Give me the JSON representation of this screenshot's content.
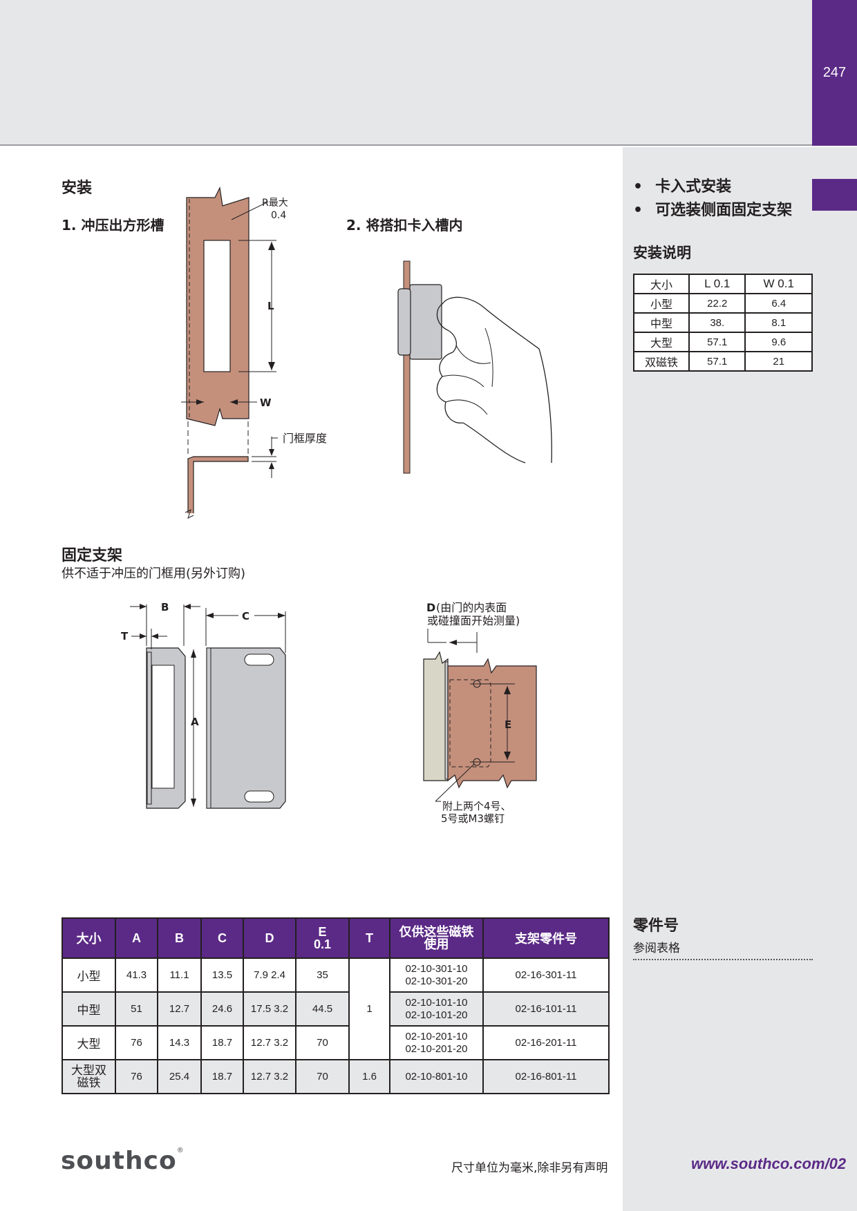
{
  "page_number": "247",
  "install": {
    "heading": "安装",
    "step1": "1. 冲压出方形槽",
    "step2": "2. 将搭扣卡入槽内",
    "fig": {
      "r_label": "R最大",
      "r_value": "0.4",
      "l_label": "L",
      "w_label": "W",
      "frame_thickness": "门框厚度"
    }
  },
  "bracket": {
    "heading": "固定支架",
    "subheading": "供不适于冲压的门框用(另外订购)",
    "fig": {
      "b": "B",
      "c": "C",
      "t": "T",
      "a": "A",
      "d": "D",
      "d_note_1": "(由门的内表面",
      "d_note_2": "或碰撞面开始测量)",
      "e": "E",
      "screw_note_1": "附上两个4号、",
      "screw_note_2": "5号或M3螺钉"
    }
  },
  "sidebar": {
    "features": [
      "卡入式安装",
      "可选装侧面固定支架"
    ],
    "install_title": "安装说明",
    "dims_table": {
      "headers": [
        "大小",
        "L   0.1",
        "W   0.1"
      ],
      "rows": [
        [
          "小型",
          "22.2",
          "6.4"
        ],
        [
          "中型",
          "38.",
          "8.1"
        ],
        [
          "大型",
          "57.1",
          "9.6"
        ],
        [
          "双磁铁",
          "57.1",
          "21"
        ]
      ]
    },
    "parts_title": "零件号",
    "parts_sub": "参阅表格"
  },
  "spec_table": {
    "headers": {
      "size": "大小",
      "a": "A",
      "b": "B",
      "c": "C",
      "d": "D",
      "e1": "E",
      "e2": "0.1",
      "t": "T",
      "mag1": "仅供这些磁铁",
      "mag2": "使用",
      "part": "支架零件号"
    },
    "t_merged": "1",
    "rows": [
      {
        "size": "小型",
        "a": "41.3",
        "b": "11.1",
        "c": "13.5",
        "d": "7.9   2.4",
        "e": "35",
        "mag1": "02-10-301-10",
        "mag2": "02-10-301-20",
        "part": "02-16-301-11"
      },
      {
        "size": "中型",
        "a": "51",
        "b": "12.7",
        "c": "24.6",
        "d": "17.5   3.2",
        "e": "44.5",
        "mag1": "02-10-101-10",
        "mag2": "02-10-101-20",
        "part": "02-16-101-11"
      },
      {
        "size": "大型",
        "a": "76",
        "b": "14.3",
        "c": "18.7",
        "d": "12.7   3.2",
        "e": "70",
        "mag1": "02-10-201-10",
        "mag2": "02-10-201-20",
        "part": "02-16-201-11"
      }
    ],
    "last_row": {
      "size1": "大型双",
      "size2": "磁铁",
      "a": "76",
      "b": "25.4",
      "c": "18.7",
      "d": "12.7   3.2",
      "e": "70",
      "t": "1.6",
      "mag": "02-10-801-10",
      "part": "02-16-801-11"
    }
  },
  "footer": {
    "logo": "southco",
    "logo_mark": "®",
    "note": "尺寸单位为毫米,除非另有声明",
    "website": "www.southco.com/02"
  },
  "colors": {
    "brand_purple": "#5b2a86",
    "panel_gray": "#e6e7e9",
    "frame_copper": "#c4907c",
    "part_gray": "#c8c9cc"
  }
}
